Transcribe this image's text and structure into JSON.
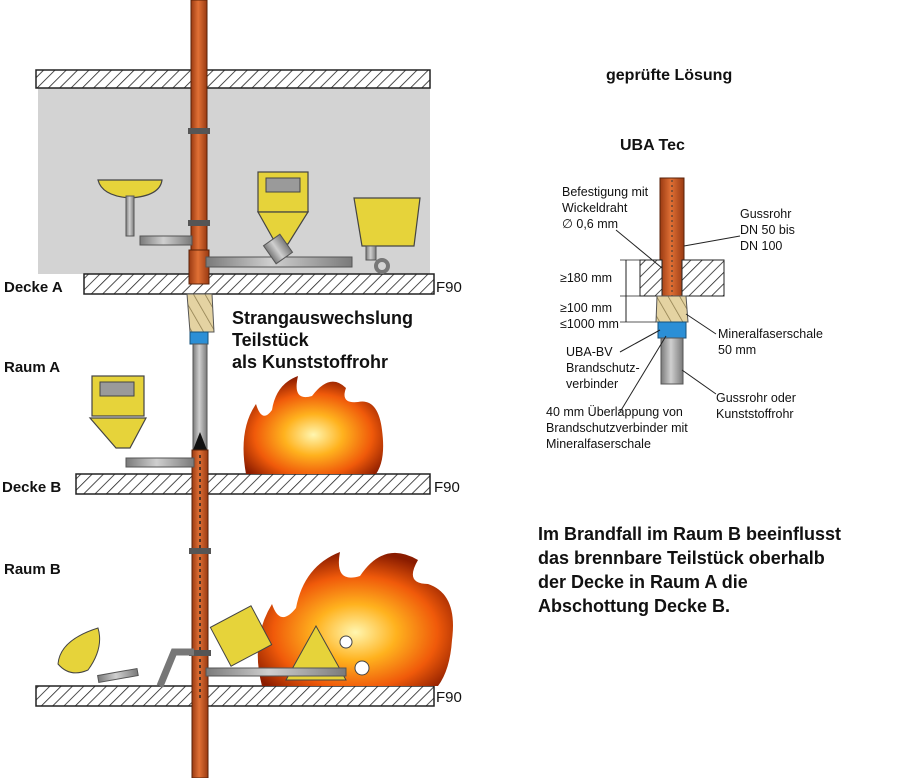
{
  "left": {
    "deck_a": "Decke A",
    "deck_b": "Decke B",
    "raum_a": "Raum A",
    "raum_b": "Raum B",
    "f90_a": "F90",
    "f90_b": "F90",
    "f90_c": "F90",
    "strang": [
      "Strangauswechslung",
      "Teilstück",
      "als Kunststoffrohr"
    ]
  },
  "right": {
    "title": "geprüfte Lösung",
    "system": "UBA Tec",
    "befestigung": [
      "Befestigung mit",
      "Wickeldraht",
      "∅ 0,6 mm"
    ],
    "gussrohr_dn": [
      "Gussrohr",
      "DN 50 bis",
      "DN 100"
    ],
    "dim_180": "≥180 mm",
    "dim_100": "≥100 mm",
    "dim_1000": "≤1000 mm",
    "mineral": [
      "Mineralfaserschale",
      "50 mm"
    ],
    "uba_bv": [
      "UBA-BV",
      "Brandschutz-",
      "verbinder"
    ],
    "guss_oder": [
      "Gussrohr oder",
      "Kunststoffrohr"
    ],
    "overlap": [
      "40 mm Überlappung von",
      "Brandschutzverbinder mit",
      "Mineralfaserschale"
    ]
  },
  "statement": [
    "Im Brandfall im Raum B beeinflusst",
    "das brennbare Teilstück oberhalb",
    "der Decke in Raum A die",
    "Abschottung Decke B."
  ],
  "colors": {
    "cast_pipe": "#c8501c",
    "plastic_pipe": "#9a9a9a",
    "fixture": "#e6d33a",
    "room_gray": "#d3d3d3",
    "sleeve_blue": "#2b8fd6",
    "wrap": "#e4d3a2"
  }
}
